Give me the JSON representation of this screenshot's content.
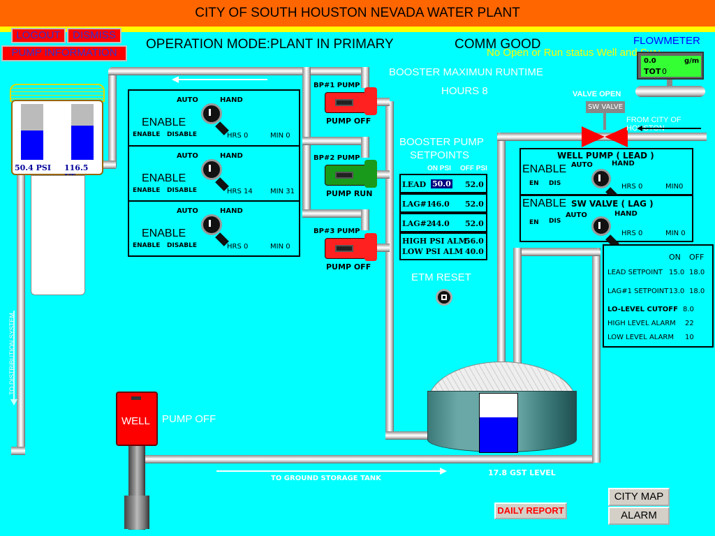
{
  "header": {
    "title": "CITY OF SOUTH HOUSTON NEVADA WATER PLANT",
    "logout": "LOGOUT",
    "dismiss": "DISMISS",
    "pump_information": "PUMP INFORMATION",
    "operation_mode": "OPERATION MODE:PLANT IN PRIMARY",
    "comm_status": "COMM GOOD",
    "status_message": "No Open or Run status Well and Swv."
  },
  "flowmeter": {
    "label": "FLOWMETER",
    "rate": "0.0",
    "rate_unit": "g/m",
    "total_label": "TOT",
    "total": "0"
  },
  "elevated_tank": {
    "pressure": "50.4  PSI",
    "level": "116.5 FT",
    "pressure_fill": 0.53,
    "level_fill": 0.61
  },
  "booster_runtime": {
    "label": "BOOSTER MAXIMUN RUNTIME",
    "hours": "HOURS 8"
  },
  "booster_controls": [
    {
      "auto": "AUTO",
      "hand": "HAND",
      "mode": "ENABLE",
      "enable": "ENABLE",
      "disable": "DISABLE",
      "hrs": "HRS 0",
      "min": "MIN 0"
    },
    {
      "auto": "AUTO",
      "hand": "HAND",
      "mode": "ENABLE",
      "enable": "ENABLE",
      "disable": "DISABLE",
      "hrs": "HRS 14",
      "min": "MIN 31"
    },
    {
      "auto": "AUTO",
      "hand": "HAND",
      "mode": "ENABLE",
      "enable": "ENABLE",
      "disable": "DISABLE",
      "hrs": "HRS 0",
      "min": "MIN 0"
    }
  ],
  "booster_pumps": [
    {
      "name": "BP#1 PUMP",
      "status": "PUMP OFF",
      "color": "#ff2020"
    },
    {
      "name": "BP#2 PUMP",
      "status": "PUMP RUN",
      "color": "#1a9a1a"
    },
    {
      "name": "BP#3 PUMP",
      "status": "PUMP OFF",
      "color": "#ff2020"
    }
  ],
  "setpoints": {
    "title1": "BOOSTER PUMP",
    "title2": "SETPOINTS",
    "on_header": "ON PSI",
    "off_header": "OFF PSI",
    "lead": {
      "label": "LEAD",
      "on": "50.0",
      "off": "52.0"
    },
    "lag1": {
      "label": "LAG#1",
      "on": "46.0",
      "off": "52.0"
    },
    "lag2": {
      "label": "LAG#2",
      "on": "44.0",
      "off": "52.0"
    },
    "high_alarm": {
      "label": "HIGH PSI ALM",
      "value": "56.0"
    },
    "low_alarm": {
      "label": "LOW PSI ALM",
      "value": "40.0"
    }
  },
  "etm_reset": "ETM RESET",
  "sw_valve": {
    "status": "VALVE OPEN",
    "label": "SW VALVE",
    "from_label": "FROM CITY OF HOUSTON"
  },
  "well_pump_panel": {
    "title": "WELL PUMP ( LEAD )",
    "mode": "ENABLE",
    "auto": "AUTO",
    "hand": "HAND",
    "en": "EN",
    "dis": "DIS",
    "hrs": "HRS 0",
    "min": "MIN0"
  },
  "sw_valve_panel": {
    "title": "SW VALVE ( LAG )",
    "mode": "ENABLE",
    "auto": "AUTO",
    "hand": "HAND",
    "en": "EN",
    "dis": "DIS",
    "hrs": "HRS 0",
    "min": "MIN 0"
  },
  "gst_setpoints": {
    "on_header": "ON",
    "off_header": "OFF",
    "lead": {
      "label": "LEAD SETPOINT",
      "on": "15.0",
      "off": "18.0"
    },
    "lag1": {
      "label": "LAG#1 SETPOINT",
      "on": "13.0",
      "off": "18.0"
    },
    "lo_cutoff": {
      "label": "LO-LEVEL CUTOFF",
      "value": "8.0"
    },
    "high_alarm": {
      "label": "HIGH LEVEL ALARM",
      "value": "22"
    },
    "low_alarm": {
      "label": "LOW LEVEL ALARM",
      "value": "10"
    }
  },
  "ground_tank": {
    "level_label": "17.8 GST LEVEL",
    "fill": 0.6
  },
  "well": {
    "label": "WELL",
    "status": "PUMP OFF"
  },
  "labels": {
    "to_distribution": "TO DISTRIBUTION SYSTEM",
    "to_ground_storage": "TO GROUND STORAGE TANK"
  },
  "buttons": {
    "daily_report": "DAILY REPORT",
    "city_map": "CITY MAP",
    "alarm": "ALARM"
  }
}
